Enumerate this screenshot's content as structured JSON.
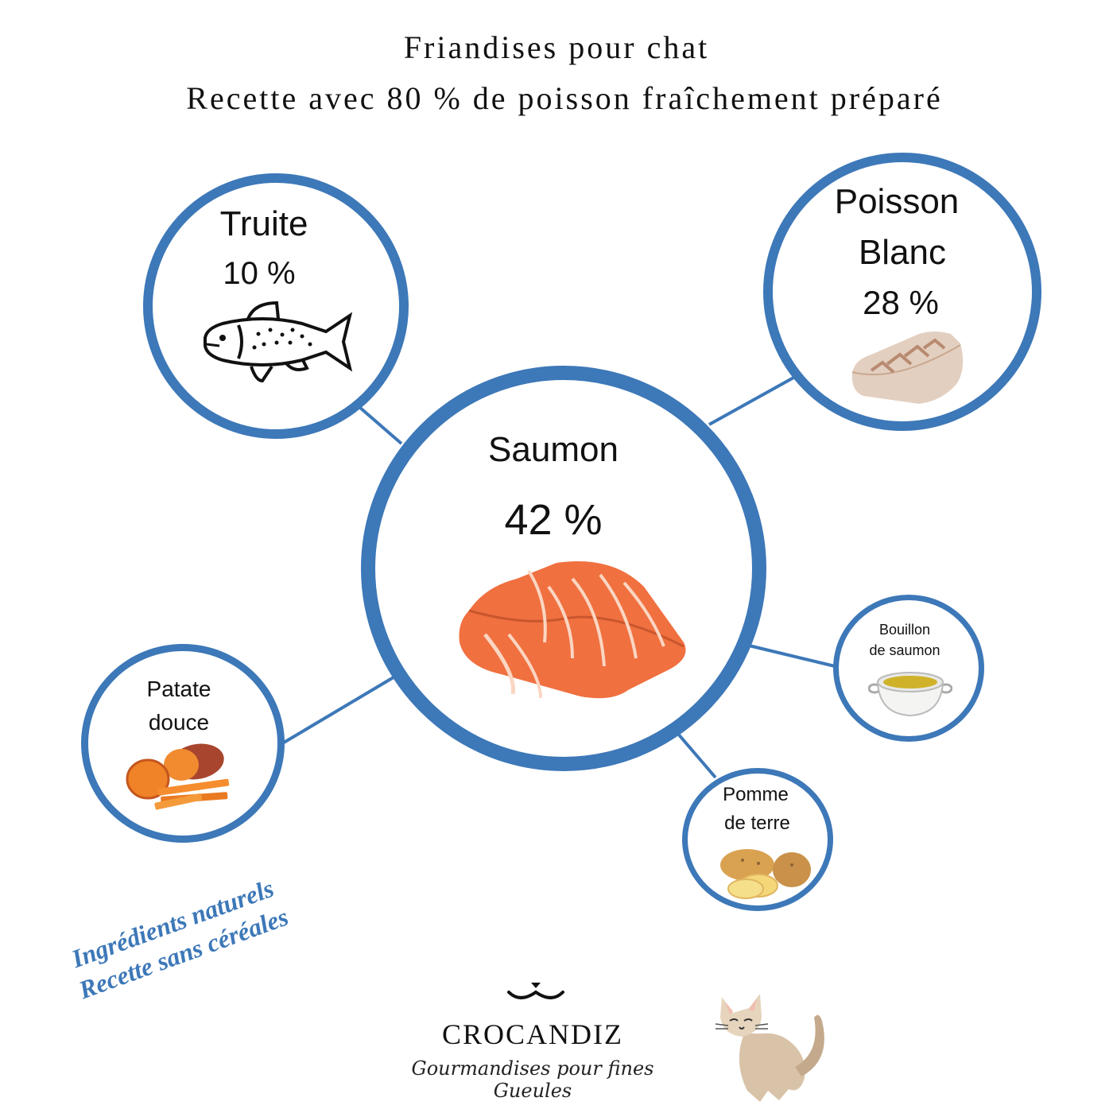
{
  "header": {
    "title": "Friandises pour chat",
    "subtitle": "Recette  avec 80 % de poisson fraîchement préparé"
  },
  "ingredients": {
    "salmon": {
      "name": "Saumon",
      "percent": "42 %"
    },
    "trout": {
      "name": "Truite",
      "percent": "10 %"
    },
    "white_fish": {
      "name_line1": "Poisson",
      "name_line2": "Blanc",
      "percent": "28 %"
    },
    "broth": {
      "line1": "Bouillon",
      "line2": "de saumon"
    },
    "potato": {
      "line1": "Pomme",
      "line2": "de terre"
    },
    "sweet_potato": {
      "line1": "Patate",
      "line2": "douce"
    }
  },
  "slogan": {
    "line1": "Ingrédients naturels",
    "line2": "Recette sans céréales"
  },
  "brand": {
    "name": "CROCANDIZ",
    "tagline": "Gourmandises pour fines Gueules"
  },
  "colors": {
    "accent": "#3d78b8",
    "salmon": "#f07040",
    "sweet_potato": "#e8782a",
    "potato": "#e0a54a"
  },
  "icons": [
    "fish-outline-icon",
    "white-fish-fillet-icon",
    "salmon-fillet-icon",
    "broth-bowl-icon",
    "potato-icon",
    "sweet-potato-icon",
    "cat-face-logo-icon",
    "cat-illustration-icon"
  ]
}
